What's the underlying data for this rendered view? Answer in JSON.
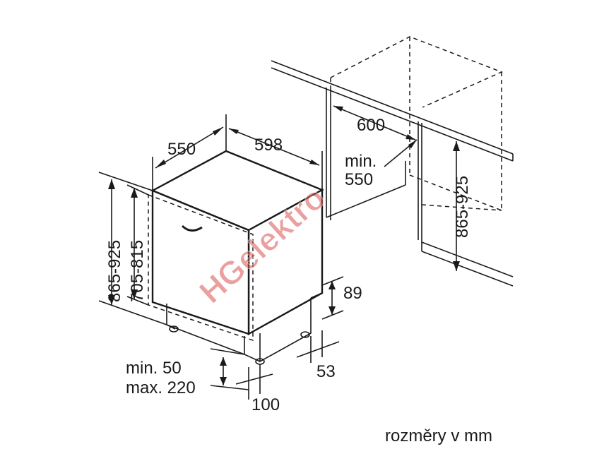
{
  "dimensions": {
    "appliance_depth": "550",
    "appliance_width": "598",
    "niche_width": "600",
    "niche_depth_line1": "min.",
    "niche_depth_line2": "550",
    "niche_height": "865-925",
    "total_height": "865-925",
    "door_height": "705-815",
    "kickplate_height": "89",
    "kickplate_setback": "53",
    "foot_height_line1": "min. 50",
    "foot_height_line2": "max. 220",
    "foot_setback": "100"
  },
  "caption": "rozměry v mm",
  "watermark": {
    "text": "HGelektro",
    "color": "#d9534f"
  }
}
